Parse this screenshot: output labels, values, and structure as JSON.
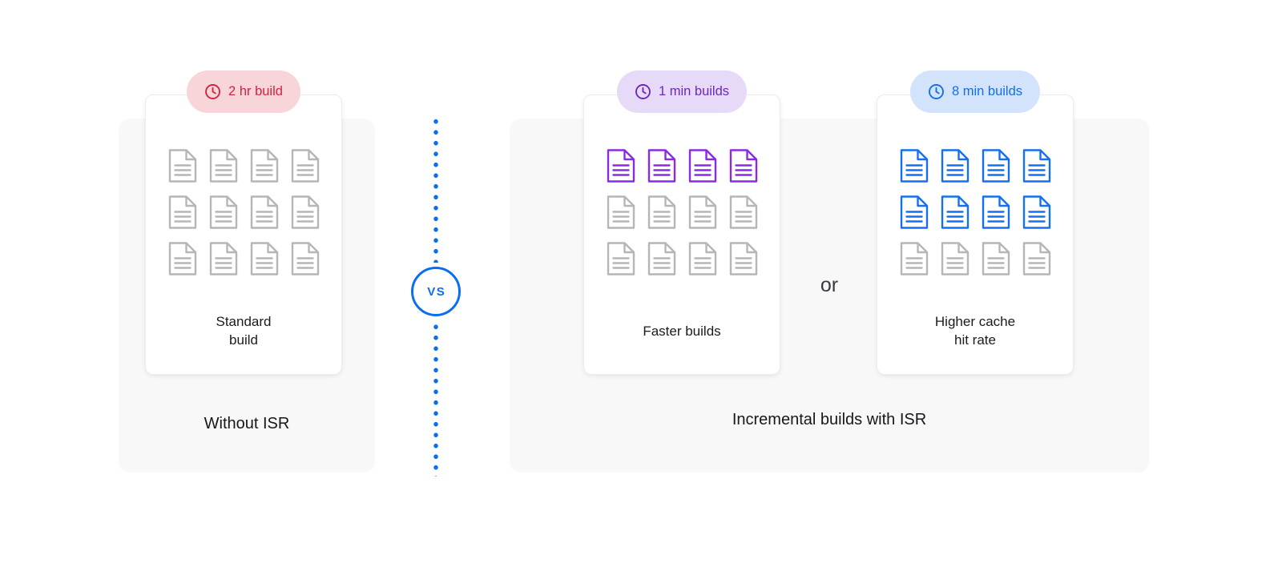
{
  "colors": {
    "gray": "#b6b6ba",
    "red": "#d0243f",
    "red_bg": "#f8d5d9",
    "purple": "#8a2be2",
    "purple_text": "#6d28b8",
    "purple_bg": "#e6daf8",
    "blue": "#1570ef",
    "blue_text": "#146fe6",
    "blue_bg": "#d2e3fb",
    "vs_blue": "#0a6ef0",
    "panel_bg": "#f8f8f9"
  },
  "left": {
    "caption": "Without ISR",
    "card": {
      "badge": "2 hr build",
      "title": "Standard\nbuild",
      "grid": {
        "cols": 4,
        "row_colors": [
          "gray",
          "gray",
          "gray"
        ]
      }
    }
  },
  "divider": {
    "vs": "VS"
  },
  "right": {
    "caption": "Incremental builds with ISR",
    "or": "or",
    "cards": [
      {
        "badge": "1 min builds",
        "title": "Faster builds",
        "grid": {
          "cols": 4,
          "row_colors": [
            "purple",
            "gray",
            "gray"
          ]
        }
      },
      {
        "badge": "8 min builds",
        "title": "Higher cache\nhit rate",
        "grid": {
          "cols": 4,
          "row_colors": [
            "blue",
            "blue",
            "gray"
          ]
        }
      }
    ]
  }
}
